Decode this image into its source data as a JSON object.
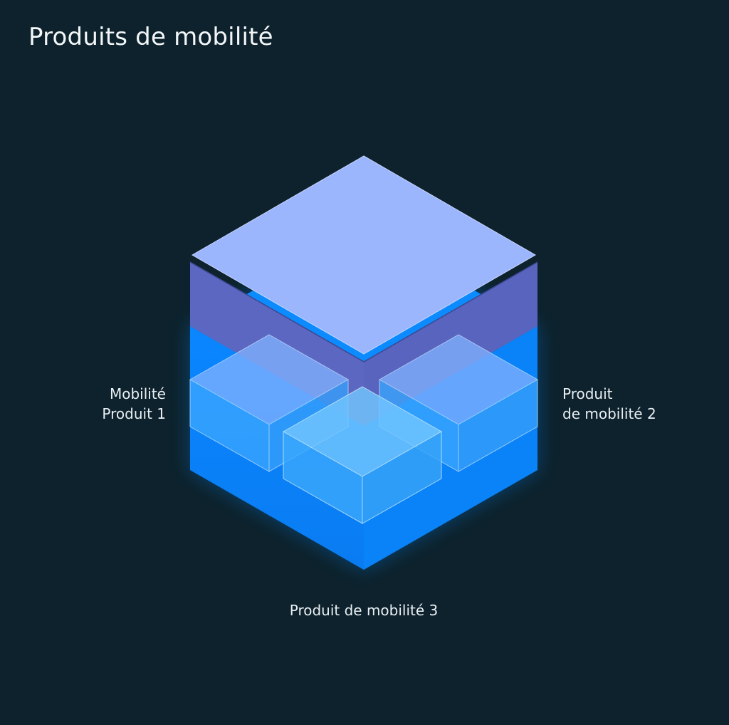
{
  "title": "Produits de mobilité",
  "labels": {
    "left": [
      "Mobilité",
      "Produit 1"
    ],
    "right": [
      "Produit",
      "de mobilité 2"
    ],
    "bottom": "Produit de mobilité 3"
  },
  "colors": {
    "background": "#0d222c",
    "top_layer": "#9cb6fe",
    "middle_layer": "#5d68c2",
    "base_layer": "#0a87ff",
    "module": "#5ec3ff"
  }
}
